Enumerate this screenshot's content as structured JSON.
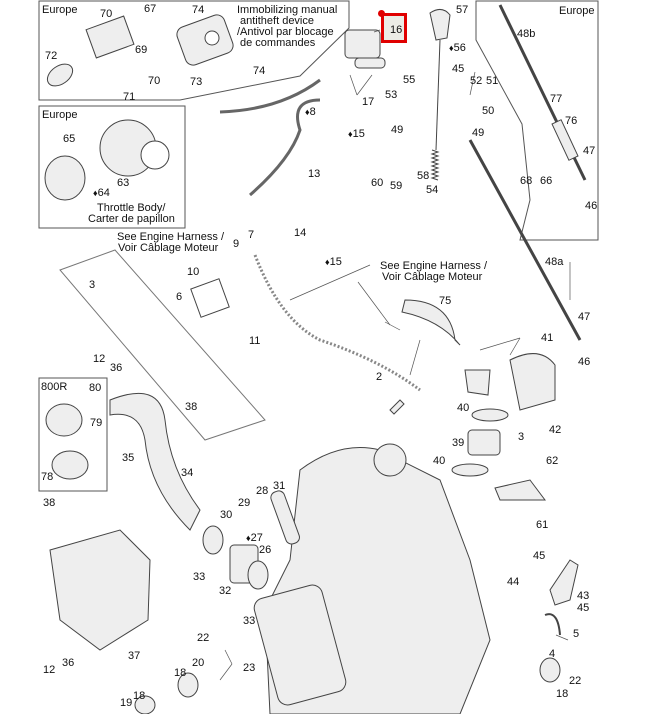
{
  "diagram": {
    "title": "Engine parts exploded view",
    "highlight": {
      "part": "16",
      "color": "#e00000"
    },
    "insets": [
      {
        "name": "immobilizer",
        "label": "Europe",
        "caption": [
          "Immobilizing manual",
          "antitheft device",
          "/Antivol par blocage",
          "de commandes"
        ]
      },
      {
        "name": "throttle-body",
        "label": "Europe",
        "caption": [
          "Throttle Body/",
          "Carter de papillon"
        ]
      },
      {
        "name": "shift-cable",
        "label": "Europe"
      },
      {
        "name": "intake-800r",
        "label": "800R"
      }
    ],
    "notes": [
      {
        "id": "harness-note-1",
        "lines": [
          "See Engine Harness /",
          "Voir Câblage Moteur"
        ]
      },
      {
        "id": "harness-note-2",
        "lines": [
          "See Engine Harness /",
          "Voir Câblage Moteur"
        ]
      }
    ],
    "callouts": [
      {
        "text": "70"
      },
      {
        "text": "67"
      },
      {
        "text": "74"
      },
      {
        "text": "69"
      },
      {
        "text": "72"
      },
      {
        "text": "73"
      },
      {
        "text": "74"
      },
      {
        "text": "70"
      },
      {
        "text": "71"
      },
      {
        "text": "16"
      },
      {
        "text": "17"
      },
      {
        "text": "57"
      },
      {
        "text": "56",
        "lubricant": true
      },
      {
        "text": "45"
      },
      {
        "text": "55"
      },
      {
        "text": "53"
      },
      {
        "text": "52"
      },
      {
        "text": "51"
      },
      {
        "text": "50"
      },
      {
        "text": "49"
      },
      {
        "text": "49"
      },
      {
        "text": "48b"
      },
      {
        "text": "77"
      },
      {
        "text": "76"
      },
      {
        "text": "47"
      },
      {
        "text": "68"
      },
      {
        "text": "66"
      },
      {
        "text": "46"
      },
      {
        "text": "8",
        "lubricant": true
      },
      {
        "text": "15",
        "lubricant": true
      },
      {
        "text": "13"
      },
      {
        "text": "60"
      },
      {
        "text": "59"
      },
      {
        "text": "58"
      },
      {
        "text": "54"
      },
      {
        "text": "65"
      },
      {
        "text": "63"
      },
      {
        "text": "64",
        "lubricant": true
      },
      {
        "text": "7"
      },
      {
        "text": "9"
      },
      {
        "text": "14"
      },
      {
        "text": "15",
        "lubricant": true
      },
      {
        "text": "10"
      },
      {
        "text": "6"
      },
      {
        "text": "3"
      },
      {
        "text": "11"
      },
      {
        "text": "48a"
      },
      {
        "text": "47"
      },
      {
        "text": "46"
      },
      {
        "text": "75"
      },
      {
        "text": "41"
      },
      {
        "text": "12"
      },
      {
        "text": "36"
      },
      {
        "text": "80"
      },
      {
        "text": "79"
      },
      {
        "text": "78"
      },
      {
        "text": "38"
      },
      {
        "text": "35"
      },
      {
        "text": "34"
      },
      {
        "text": "2"
      },
      {
        "text": "40"
      },
      {
        "text": "3"
      },
      {
        "text": "42"
      },
      {
        "text": "39"
      },
      {
        "text": "40"
      },
      {
        "text": "62"
      },
      {
        "text": "61"
      },
      {
        "text": "38"
      },
      {
        "text": "31"
      },
      {
        "text": "28"
      },
      {
        "text": "29"
      },
      {
        "text": "30"
      },
      {
        "text": "27",
        "lubricant": true
      },
      {
        "text": "26"
      },
      {
        "text": "33"
      },
      {
        "text": "32"
      },
      {
        "text": "33"
      },
      {
        "text": "45"
      },
      {
        "text": "44"
      },
      {
        "text": "43"
      },
      {
        "text": "45"
      },
      {
        "text": "5"
      },
      {
        "text": "4"
      },
      {
        "text": "22"
      },
      {
        "text": "18"
      },
      {
        "text": "37"
      },
      {
        "text": "12"
      },
      {
        "text": "36"
      },
      {
        "text": "22"
      },
      {
        "text": "20"
      },
      {
        "text": "23"
      },
      {
        "text": "18"
      },
      {
        "text": "18"
      },
      {
        "text": "19"
      }
    ]
  }
}
